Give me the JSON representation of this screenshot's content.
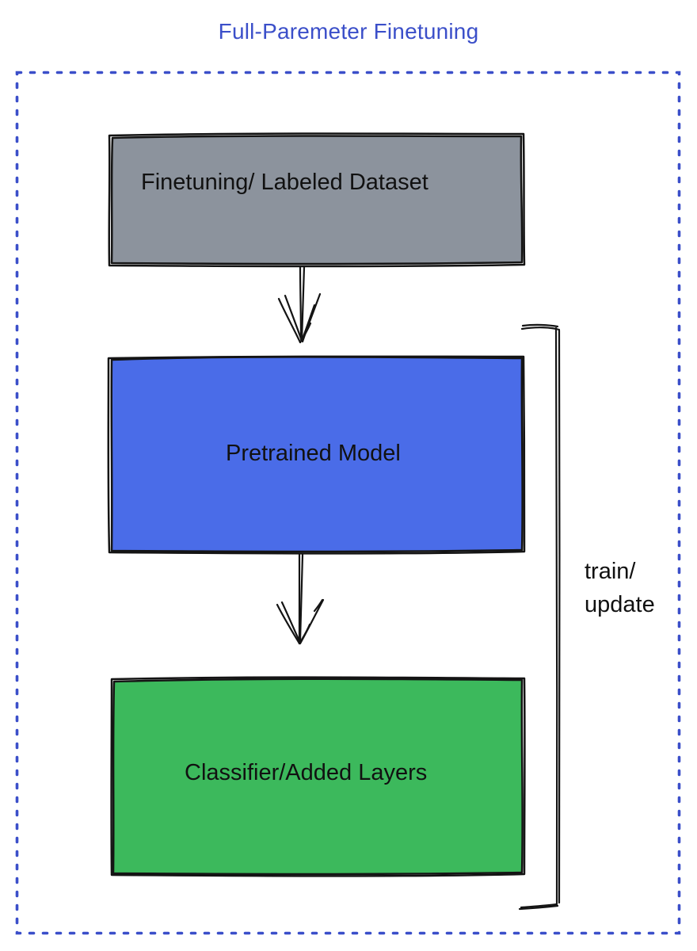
{
  "title": {
    "text": "Full-Paremeter Finetuning",
    "color": "#3b4fc9"
  },
  "frame": {
    "border_color": "#3b4fc9",
    "border_style": "dashed"
  },
  "ink": "#141414",
  "text_color": "#111111",
  "nodes": {
    "dataset": {
      "label": "Finetuning/ Labeled Dataset",
      "fill": "#8c939d"
    },
    "pretrained": {
      "label": "Pretrained Model",
      "fill": "#4a6ce8"
    },
    "classifier": {
      "label": "Classifier/Added Layers",
      "fill": "#3cb95c"
    }
  },
  "edges": {
    "dataset_to_pretrained": {
      "type": "arrow-down"
    },
    "pretrained_to_classifier": {
      "type": "arrow-down"
    }
  },
  "bracket": {
    "label_line1": "train/",
    "label_line2": "update"
  }
}
